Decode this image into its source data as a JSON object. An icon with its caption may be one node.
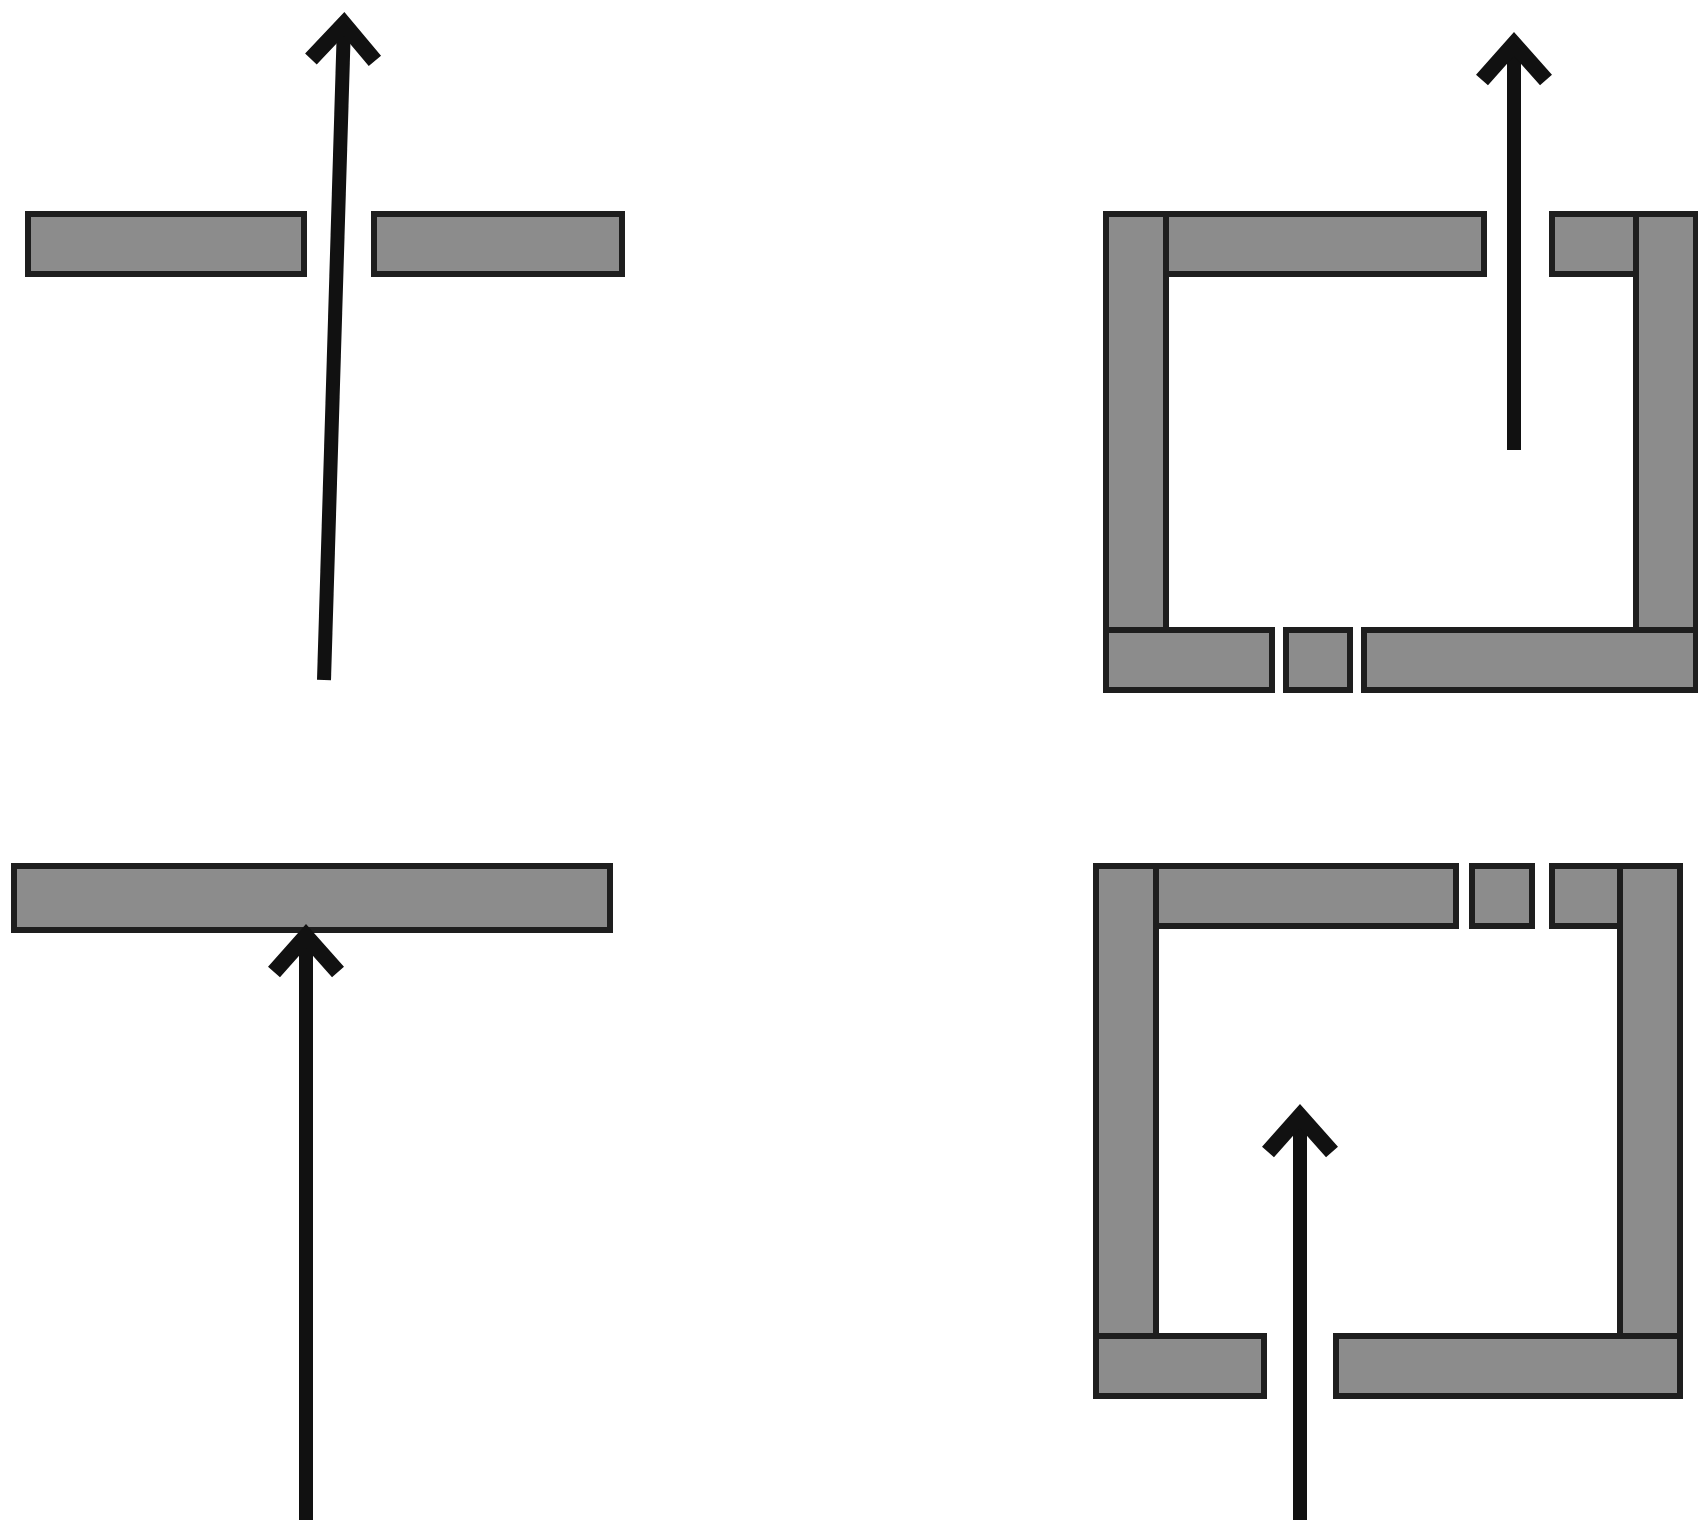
{
  "diagram": {
    "nodes": [
      {
        "text": [],
        "shape": "bar"
      },
      {
        "text": [],
        "shape": "bar"
      },
      {
        "text": [],
        "shape": "box"
      },
      {
        "text": [],
        "shape": "bar"
      },
      {
        "text": [],
        "shape": "box"
      }
    ],
    "edges": [
      {
        "from": null,
        "to": 3,
        "arrow": "to"
      }
    ]
  }
}
